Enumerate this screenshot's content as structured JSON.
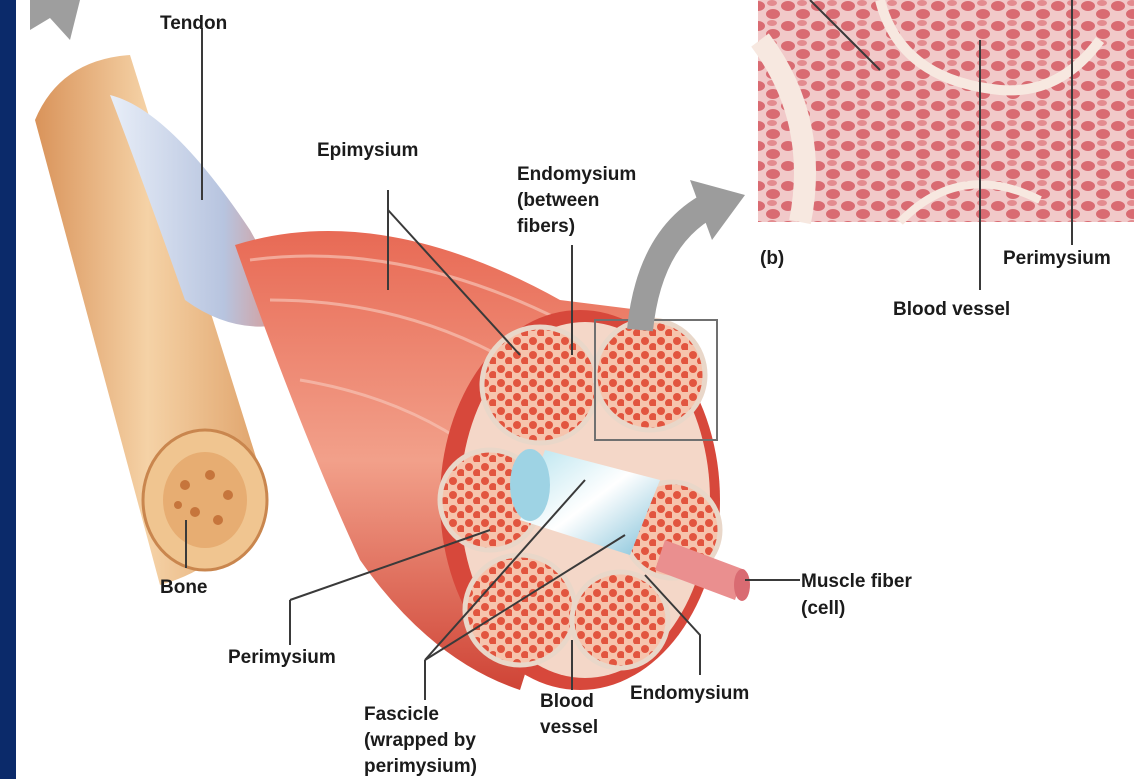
{
  "diagram": {
    "labels": {
      "tendon": "Tendon",
      "epimysium": "Epimysium",
      "endomysium_top_line1": "Endomysium",
      "endomysium_top_line2": "(between",
      "endomysium_top_line3": "fibers)",
      "part_b": "(b)",
      "perimysium_right": "Perimysium",
      "blood_vessel_right": "Blood vessel",
      "bone": "Bone",
      "perimysium_left": "Perimysium",
      "muscle_fiber_line1": "Muscle fiber",
      "muscle_fiber_line2": "(cell)",
      "fascicle_line1": "Fascicle",
      "fascicle_line2": "(wrapped by",
      "fascicle_line3": "perimysium)",
      "blood_vessel_bottom_line1": "Blood",
      "blood_vessel_bottom_line2": "vessel",
      "endomysium_bottom": "Endomysium"
    }
  }
}
